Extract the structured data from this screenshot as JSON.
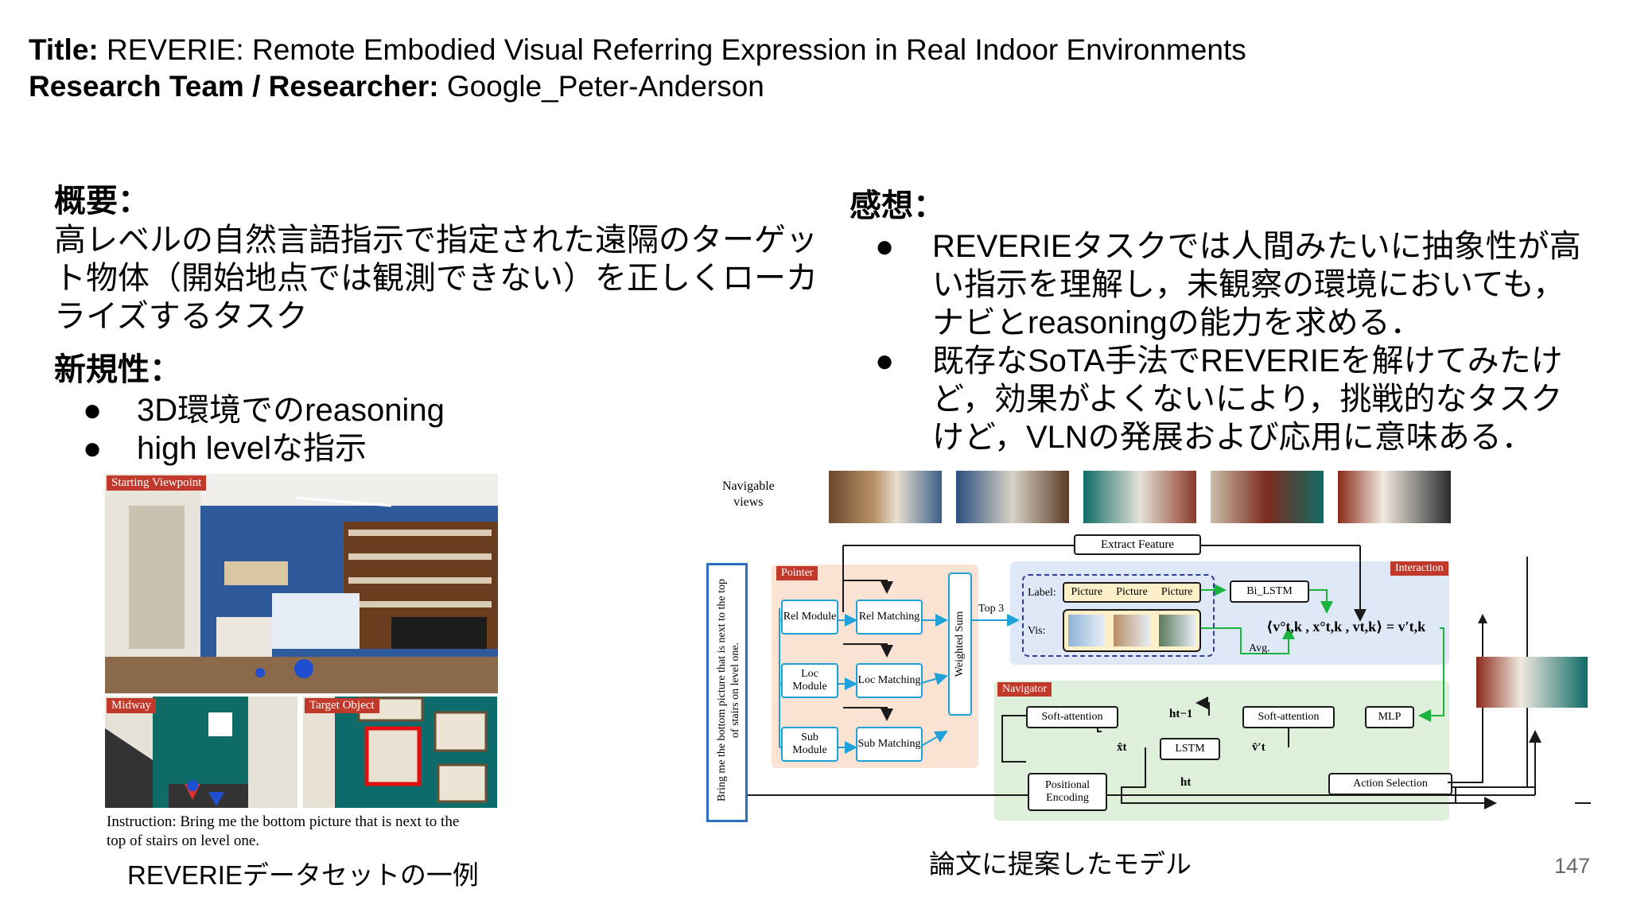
{
  "header": {
    "title_label": "Title:",
    "title": "REVERIE: Remote Embodied Visual Referring Expression in Real Indoor Environments",
    "team_label": "Research Team / Researcher:",
    "team": "Google_Peter-Anderson"
  },
  "overview": {
    "heading": "概要：",
    "lines": [
      "高レベルの自然言語指示で指定された遠隔のターゲッ",
      "ト物体（開始地点では観測できない）を正しくローカ",
      "ライズするタスク"
    ]
  },
  "novelty": {
    "heading": "新規性：",
    "bullets": [
      "3D環境でのreasoning",
      "high levelな指示"
    ]
  },
  "impressions": {
    "heading": "感想：",
    "bullets": [
      [
        "REVERIEタスクでは人間みたいに抽象性が高",
        "い指示を理解し，未観察の環境においても，",
        "ナビとreasoningの能力を求める．"
      ],
      [
        "既存なSoTA手法でREVERIEを解けてみたけ",
        "ど，効果がよくないにより，挑戦的なタスク",
        "けど，VLNの発展および応用に意味ある．"
      ]
    ]
  },
  "dataset_figure": {
    "tags": [
      "Starting Viewpoint",
      "Midway",
      "Target Object"
    ],
    "instruction": [
      "Instruction: Bring me the bottom picture that is next to the",
      "top of stairs on level one."
    ],
    "caption": "REVERIEデータセットの一例"
  },
  "model_figure": {
    "navigable_views": [
      "Navigable",
      "views"
    ],
    "extract_feature": "Extract Feature",
    "pointer_tag": "Pointer",
    "interaction_tag": "Interaction",
    "navigator_tag": "Navigator",
    "instruction_vertical": [
      "Bring me the bottom picture that is next to the top",
      "of stairs on level one."
    ],
    "modules": [
      "Rel Module",
      "Loc Module",
      "Sub Module"
    ],
    "matching": [
      "Rel Matching",
      "Loc Matching",
      "Sub Matching"
    ],
    "weighted_sum": "Weighted Sum",
    "top3": "Top 3",
    "label": "Label:",
    "pictures": [
      "Picture",
      "Picture",
      "Picture"
    ],
    "vis": "Vis:",
    "bi_lstm": "Bi_LSTM",
    "avg": "Avg.",
    "formula": "⟨v°t,k , x°t,k , vt,k⟩ = v′t,k",
    "soft_attention_1": "Soft-attention",
    "soft_attention_2": "Soft-attention",
    "mlp": "MLP",
    "lstm": "LSTM",
    "h_prev": "ht−1",
    "h_t": "ht",
    "x_hat": "x̂t",
    "v_hat": "v̂′t",
    "positional_encoding": "Positional Encoding",
    "action_selection": "Action Selection",
    "caption": "論文に提案したモデル"
  },
  "page_number": "147",
  "colors": {
    "pointer_bg": "#fbe3d3",
    "interaction_bg": "#dfe8f6",
    "navigator_bg": "#dff0da",
    "arrow_blue": "#1ea0d8",
    "arrow_green": "#1ab33c",
    "tag_red": "#c0392b"
  }
}
